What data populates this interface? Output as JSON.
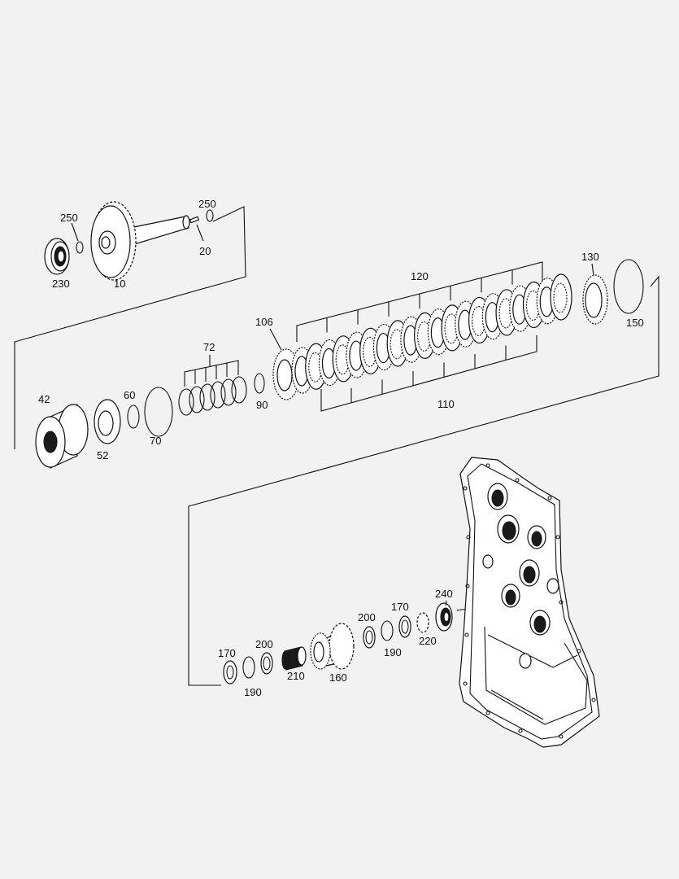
{
  "diagram": {
    "background": "#f2f2f2",
    "line_color": "#111111",
    "callouts": {
      "c10": "10",
      "c20": "20",
      "c230": "230",
      "c250a": "250",
      "c250b": "250",
      "c42": "42",
      "c52": "52",
      "c60": "60",
      "c70": "70",
      "c72": "72",
      "c90": "90",
      "c106": "106",
      "c110": "110",
      "c120": "120",
      "c130": "130",
      "c150": "150",
      "c170a": "170",
      "c190a": "190",
      "c200a": "200",
      "c210": "210",
      "c160": "160",
      "c200b": "200",
      "c170b": "170",
      "c190b": "190",
      "c220": "220",
      "c240": "240"
    }
  }
}
